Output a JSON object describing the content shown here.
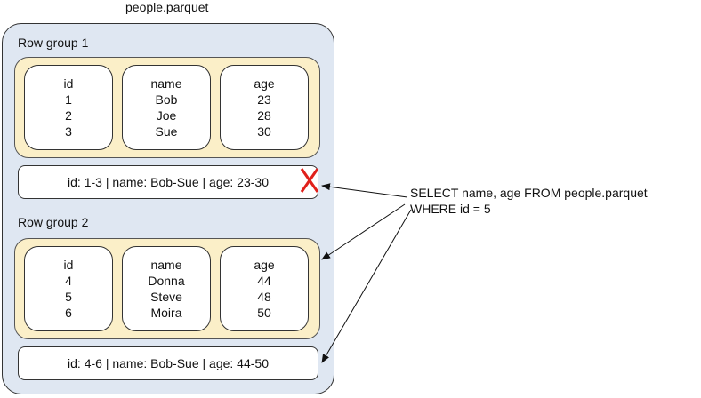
{
  "file": {
    "name": "people.parquet"
  },
  "row_groups": [
    {
      "title": "Row group 1",
      "columns": [
        {
          "header": "id",
          "values": [
            "1",
            "2",
            "3"
          ]
        },
        {
          "header": "name",
          "values": [
            "Bob",
            "Joe",
            "Sue"
          ]
        },
        {
          "header": "age",
          "values": [
            "23",
            "28",
            "30"
          ]
        }
      ],
      "stats": "id: 1-3 | name: Bob-Sue | age: 23-30",
      "skipped": true
    },
    {
      "title": "Row group 2",
      "columns": [
        {
          "header": "id",
          "values": [
            "4",
            "5",
            "6"
          ]
        },
        {
          "header": "name",
          "values": [
            "Donna",
            "Steve",
            "Moira"
          ]
        },
        {
          "header": "age",
          "values": [
            "44",
            "48",
            "50"
          ]
        }
      ],
      "stats": "id: 4-6 | name: Bob-Sue | age: 44-50",
      "skipped": false
    }
  ],
  "query": {
    "line1": "SELECT name, age FROM people.parquet",
    "line2": "WHERE id = 5"
  },
  "colors": {
    "file_background": "#dfe7f2",
    "column_group_background": "#fbefc8",
    "skip_mark": "#e0201b"
  }
}
